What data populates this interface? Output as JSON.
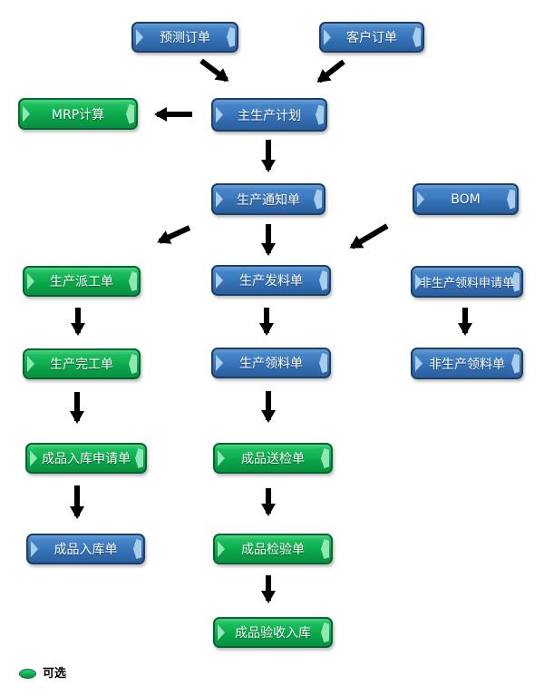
{
  "nodes": [
    {
      "id": "forecast-order",
      "label": "预测订单",
      "color": "blue"
    },
    {
      "id": "customer-order",
      "label": "客户订单",
      "color": "blue"
    },
    {
      "id": "mrp-calculation",
      "label": "MRP计算",
      "color": "green"
    },
    {
      "id": "master-production-plan",
      "label": "主生产计划",
      "color": "blue"
    },
    {
      "id": "production-notice-order",
      "label": "生产通知单",
      "color": "blue"
    },
    {
      "id": "bom",
      "label": "BOM",
      "color": "blue"
    },
    {
      "id": "production-dispatch-order",
      "label": "生产派工单",
      "color": "green"
    },
    {
      "id": "production-issue-order",
      "label": "生产发料单",
      "color": "blue"
    },
    {
      "id": "non-production-picking-request",
      "label": "非生产领料申请单",
      "color": "blue"
    },
    {
      "id": "production-completion-order",
      "label": "生产完工单",
      "color": "green"
    },
    {
      "id": "production-picking-order",
      "label": "生产领料单",
      "color": "blue"
    },
    {
      "id": "non-production-picking-order",
      "label": "非生产领料单",
      "color": "blue"
    },
    {
      "id": "finished-goods-warehousing-request",
      "label": "成品入库申请单",
      "color": "green"
    },
    {
      "id": "finished-goods-delivery-inspection",
      "label": "成品送检单",
      "color": "green"
    },
    {
      "id": "finished-goods-warehousing-order",
      "label": "成品入库单",
      "color": "blue"
    },
    {
      "id": "finished-goods-inspection-order",
      "label": "成品检验单",
      "color": "green"
    },
    {
      "id": "finished-goods-acceptance-warehousing",
      "label": "成品验收入库",
      "color": "green"
    }
  ],
  "edges": [
    {
      "from": "forecast-order",
      "to": "master-production-plan"
    },
    {
      "from": "customer-order",
      "to": "master-production-plan"
    },
    {
      "from": "master-production-plan",
      "to": "mrp-calculation"
    },
    {
      "from": "master-production-plan",
      "to": "production-notice-order"
    },
    {
      "from": "production-notice-order",
      "to": "production-dispatch-order"
    },
    {
      "from": "production-notice-order",
      "to": "production-issue-order"
    },
    {
      "from": "bom",
      "to": "production-issue-order"
    },
    {
      "from": "production-dispatch-order",
      "to": "production-completion-order"
    },
    {
      "from": "production-issue-order",
      "to": "production-picking-order"
    },
    {
      "from": "non-production-picking-request",
      "to": "non-production-picking-order"
    },
    {
      "from": "production-completion-order",
      "to": "finished-goods-warehousing-request"
    },
    {
      "from": "production-picking-order",
      "to": "finished-goods-delivery-inspection"
    },
    {
      "from": "finished-goods-warehousing-request",
      "to": "finished-goods-warehousing-order"
    },
    {
      "from": "finished-goods-delivery-inspection",
      "to": "finished-goods-inspection-order"
    },
    {
      "from": "finished-goods-inspection-order",
      "to": "finished-goods-acceptance-warehousing"
    }
  ],
  "legend": {
    "optional_label": "可选"
  },
  "colors": {
    "blue_body": "#3B7ABF",
    "blue_border": "#1B4065",
    "blue_accent": "#A9CCEC",
    "green_body": "#0CB04F",
    "green_border": "#04672F",
    "green_accent": "#8FE7B4",
    "arrow": "#000000",
    "background": "#FFFFFF",
    "node_text": "#FFFFFF"
  }
}
